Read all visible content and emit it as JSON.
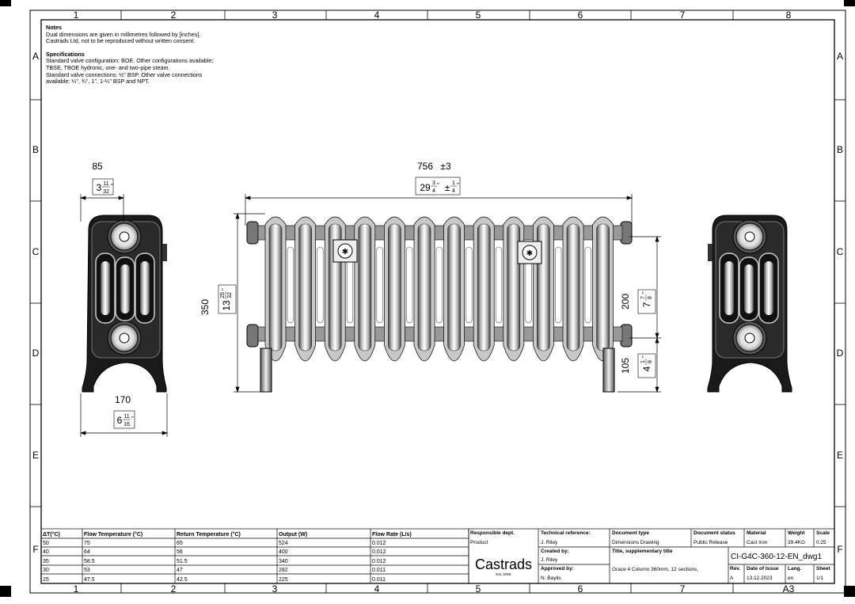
{
  "sheet": {
    "col_labels": [
      "1",
      "2",
      "3",
      "4",
      "5",
      "6",
      "7",
      "8"
    ],
    "row_labels": [
      "A",
      "B",
      "C",
      "D",
      "E",
      "F"
    ]
  },
  "notes": {
    "heading": "Notes",
    "lines": [
      "Dual dimensions are given in millimetres followed by [inches].",
      "Castrads Ltd, not to be reproduced without written consent."
    ],
    "spec_heading": "Specifications",
    "spec_lines": [
      "Standard valve configuration: BOE. Other configurations available;",
      "TBSE, TBOE hydronic, one- and two-pipe steam.",
      "Standard valve connections: ½\" BSP. Other valve connections",
      "available: ¼\", ¾\", 1\", 1-¼\" BSP and NPT."
    ]
  },
  "dims": {
    "side_depth_top_mm": "85",
    "side_depth_top_in_whole": "3",
    "side_depth_top_in_num": "11",
    "side_depth_top_in_den": "32",
    "side_width_mm": "170",
    "side_width_in_whole": "6",
    "side_width_in_num": "11",
    "side_width_in_den": "16",
    "height_mm": "350",
    "height_in_whole": "13",
    "height_in_num": "25",
    "height_in_den": "32",
    "length_mm": "756",
    "length_tol_mm": "±3",
    "length_in_whole": "29",
    "length_in_num": "3",
    "length_in_den": "4",
    "length_tol_in_num": "1",
    "length_tol_in_den": "4",
    "centres_mm": "200",
    "centres_in_whole": "7",
    "centres_in_num": "7",
    "centres_in_den": "8",
    "floor_mm": "105",
    "floor_in_whole": "4",
    "floor_in_num": "1",
    "floor_in_den": "8"
  },
  "perf_table": {
    "headers": [
      "ΔT(°C)",
      "Flow Temperature (°C)",
      "Return Temperature (°C)",
      "Output (W)",
      "Flow Rate (L/s)"
    ],
    "rows": [
      [
        "50",
        "75",
        "65",
        "524",
        "0.012"
      ],
      [
        "40",
        "64",
        "56",
        "400",
        "0.012"
      ],
      [
        "35",
        "58.5",
        "51.5",
        "340",
        "0.012"
      ],
      [
        "30",
        "53",
        "47",
        "282",
        "0.011"
      ],
      [
        "25",
        "47.5",
        "42.5",
        "225",
        "0.011"
      ]
    ]
  },
  "title_block": {
    "responsible_dept_label": "Responsible dept.",
    "responsible_dept": "Product",
    "tech_ref_label": "Technical reference:",
    "tech_ref": "J. Riley",
    "doc_type_label": "Document type",
    "doc_type": "Dimensions Drawing",
    "doc_status_label": "Document status",
    "doc_status": "Public Release",
    "material_label": "Material",
    "material": "Cast Iron",
    "weight_label": "Weight",
    "weight": "39.4KG",
    "scale_label": "Scale",
    "scale": "0.25",
    "created_label": "Created by:",
    "created": "J. Riley",
    "approved_label": "Approved by:",
    "approved": "N. Baylis",
    "title_label": "Title, supplementary title",
    "title": "Grace 4 Column 360mm, 12 sections,",
    "drawing_no": "CI-G4C-360-12-EN_dwg1",
    "rev_label": "Rev.",
    "rev": "A",
    "date_label": "Date of Issue",
    "date": "13.12.2023",
    "lang_label": "Lang.",
    "lang": "en",
    "sheet_label": "Sheet",
    "sheet": "1/1",
    "logo": "Castrads",
    "logo_est": "Est. 2006",
    "paper_size": "A3"
  }
}
